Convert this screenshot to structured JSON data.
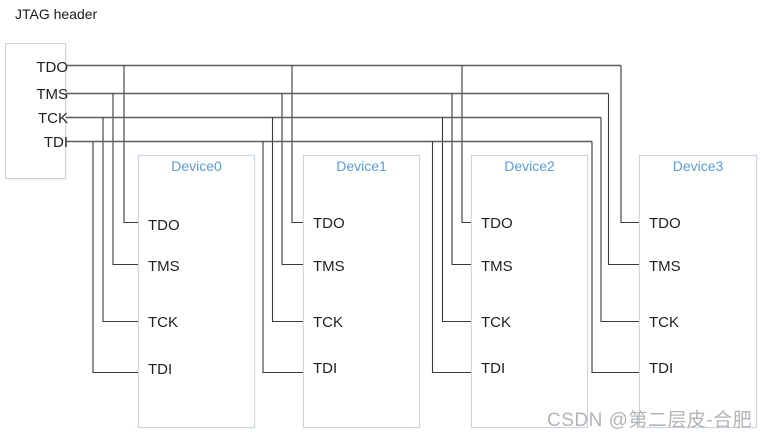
{
  "header": {
    "label": "JTAG header",
    "pins": [
      "TDO",
      "TMS",
      "TCK",
      "TDI"
    ]
  },
  "devices": [
    {
      "name": "Device0",
      "pins": [
        "TDO",
        "TMS",
        "TCK",
        "TDI"
      ]
    },
    {
      "name": "Device1",
      "pins": [
        "TDO",
        "TMS",
        "TCK",
        "TDI"
      ]
    },
    {
      "name": "Device2",
      "pins": [
        "TDO",
        "TMS",
        "TCK",
        "TDI"
      ]
    },
    {
      "name": "Device3",
      "pins": [
        "TDO",
        "TMS",
        "TCK",
        "TDI"
      ]
    }
  ],
  "nets": [
    {
      "signal": "TDO",
      "from": "JTAG header TDO",
      "to": [
        "Device0 TDO",
        "Device1 TDO",
        "Device2 TDO",
        "Device3 TDO"
      ]
    },
    {
      "signal": "TMS",
      "from": "JTAG header TMS",
      "to": [
        "Device0 TMS",
        "Device1 TMS",
        "Device2 TMS",
        "Device3 TMS"
      ]
    },
    {
      "signal": "TCK",
      "from": "JTAG header TCK",
      "to": [
        "Device0 TCK",
        "Device1 TCK",
        "Device2 TCK",
        "Device3 TCK"
      ]
    },
    {
      "signal": "TDI",
      "from": "JTAG header TDI",
      "to": [
        "Device0 TDI",
        "Device1 TDI",
        "Device2 TDI",
        "Device3 TDI"
      ]
    }
  ],
  "watermark": "CSDN @第二层皮-合肥",
  "colors": {
    "wire_bus": "#5c5c5c",
    "wire_branch": "#3a3a3a",
    "device_border": "#ccd6e2",
    "device_title": "#5b9bd5",
    "pin_text": "#1f1f1f",
    "watermark": "#b1b4b9",
    "background": "#ffffff"
  }
}
